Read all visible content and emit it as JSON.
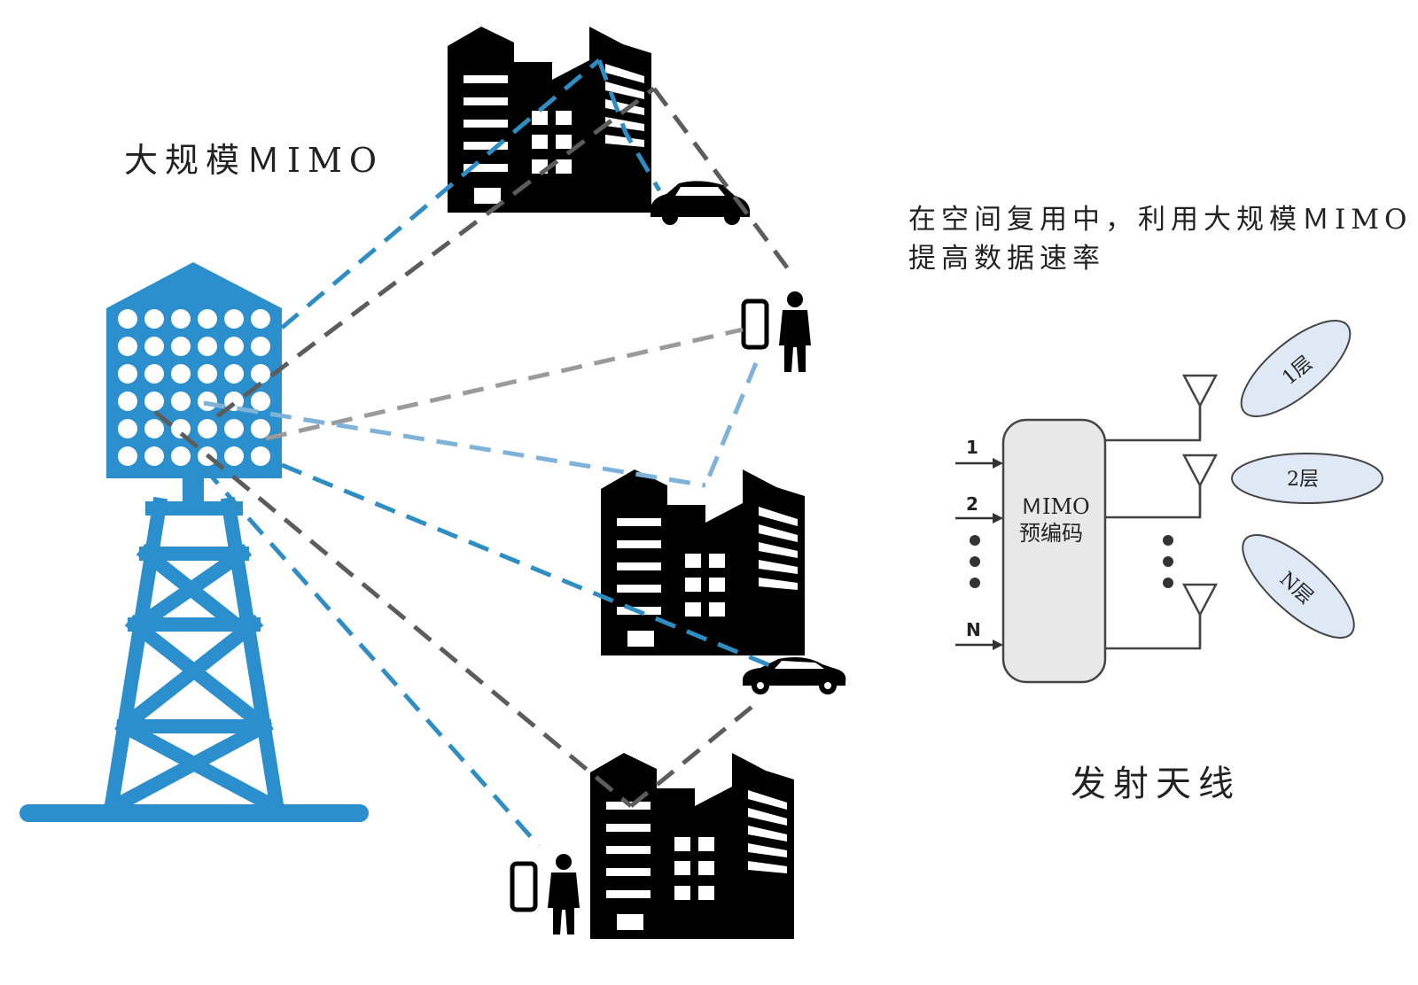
{
  "title": "大规模ＭIMO",
  "description": {
    "line1": "在空间复用中，利用大规模ＭIMO",
    "line2": "提高数据速率"
  },
  "precoder": {
    "line1": "ＭIMO",
    "line2": "预编码"
  },
  "inputs": [
    "1",
    "2",
    "N"
  ],
  "layers": [
    "1层",
    "2层",
    "N层"
  ],
  "antenna_label": "发射天线",
  "colors": {
    "tower_blue": "#2a8fcc",
    "link_blue": "#2e8ec4",
    "link_gray": "#5c5c5c",
    "link_light_gray": "#9a9a9a",
    "link_light_blue": "#7fb2d9",
    "layer_fill": "#dfe9f5",
    "precoder_fill": "#e8e8e8"
  }
}
